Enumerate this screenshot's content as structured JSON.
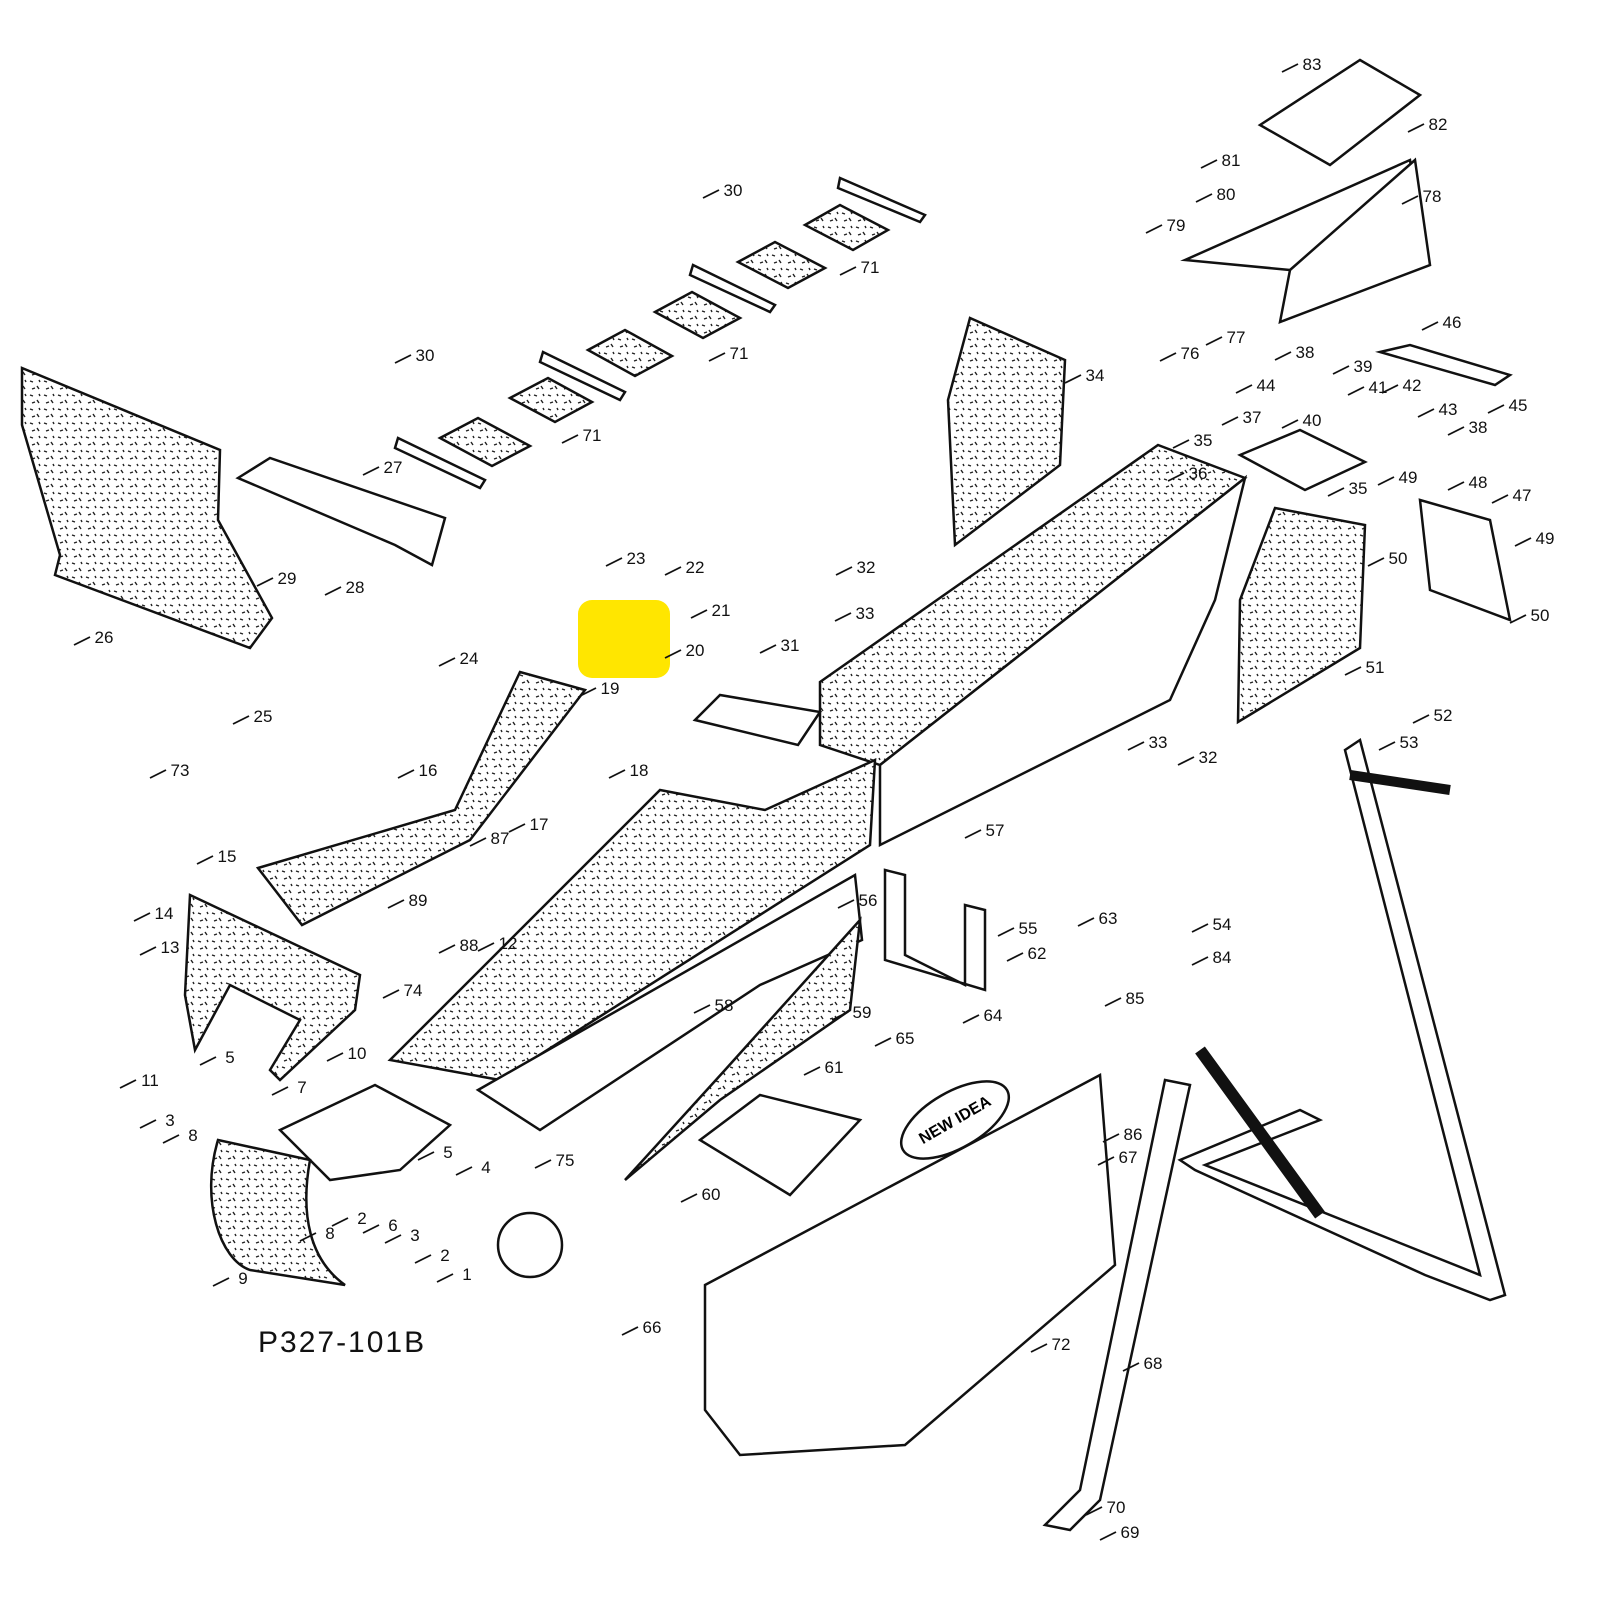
{
  "drawing_number": "P327-101B",
  "logo_text": "NEW IDEA",
  "highlight": {
    "part": "20",
    "color": "#ffe600"
  },
  "callouts": [
    "83",
    "82",
    "81",
    "80",
    "78",
    "79",
    "77",
    "76",
    "46",
    "45",
    "38",
    "39",
    "41",
    "42",
    "44",
    "40",
    "43",
    "38",
    "37",
    "35",
    "36",
    "35",
    "49",
    "48",
    "47",
    "49",
    "50",
    "50",
    "51",
    "34",
    "30",
    "71",
    "30",
    "71",
    "71",
    "27",
    "29",
    "28",
    "26",
    "23",
    "22",
    "21",
    "20",
    "24",
    "19",
    "25",
    "73",
    "18",
    "16",
    "17",
    "31",
    "32",
    "33",
    "33",
    "32",
    "52",
    "53",
    "57",
    "56",
    "15",
    "14",
    "13",
    "87",
    "89",
    "88",
    "12",
    "55",
    "63",
    "54",
    "62",
    "84",
    "74",
    "58",
    "59",
    "64",
    "85",
    "10",
    "65",
    "61",
    "11",
    "5",
    "7",
    "3",
    "8",
    "86",
    "75",
    "5",
    "67",
    "4",
    "2",
    "6",
    "3",
    "8",
    "60",
    "2",
    "9",
    "1",
    "66",
    "72",
    "68",
    "70",
    "69"
  ]
}
